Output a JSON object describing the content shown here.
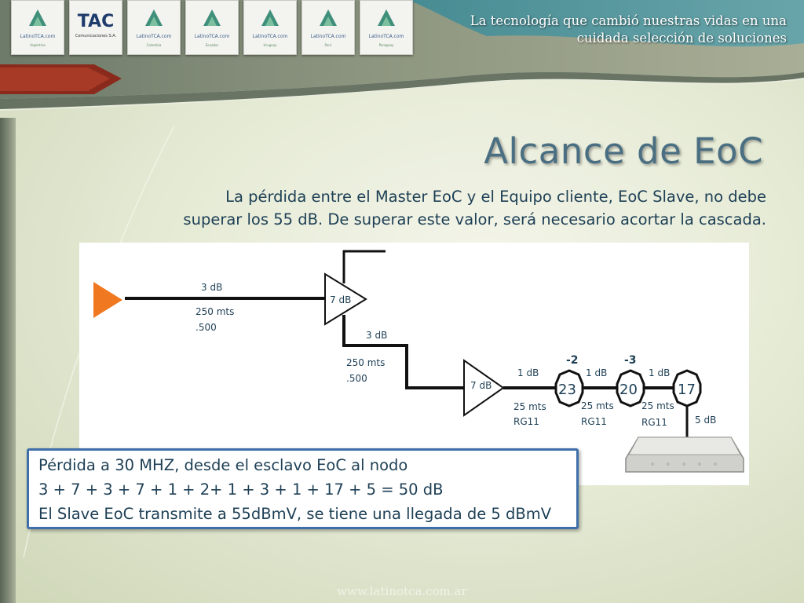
{
  "header": {
    "tagline_line1": "La tecnología que cambió nuestras vidas en una",
    "tagline_line2": "cuidada selección de soluciones",
    "logos": [
      {
        "name": "LatinoTCA.com",
        "sub": "Argentina"
      },
      {
        "name": "TAC",
        "sub": "Comunicaciones S.A."
      },
      {
        "name": "LatinoTCA.com",
        "sub": "Colombia"
      },
      {
        "name": "LatinoTCA.com",
        "sub": "Ecuador"
      },
      {
        "name": "LatinoTCA.com",
        "sub": "Uruguay"
      },
      {
        "name": "LatinoTCA.com",
        "sub": "Perú"
      },
      {
        "name": "LatinoTCA.com",
        "sub": "Paraguay"
      }
    ]
  },
  "slide": {
    "title": "Alcance de EoC",
    "intro_line1": "La pérdida entre el Master EoC y el Equipo cliente, EoC Slave, no debe",
    "intro_line2": "superar los 55 dB. De superar este valor, será necesario acortar la cascada."
  },
  "diagram": {
    "seg1_loss": "3 dB",
    "seg1_len1": "250 mts",
    "seg1_len2": ".500",
    "amp1_gain": "7 dB",
    "seg2_loss": "3 dB",
    "seg2_len1": "250 mts",
    "seg2_len2": ".500",
    "amp2_gain": "7 dB",
    "tap_links": [
      {
        "loss": "1 dB",
        "len": "25 mts",
        "cable": "RG11"
      },
      {
        "loss": "1 dB",
        "len": "25 mts",
        "cable": "RG11"
      },
      {
        "loss": "1 dB",
        "len": "25 mts",
        "cable": "RG11"
      }
    ],
    "taps": [
      "23",
      "20",
      "17"
    ],
    "tap_notes": [
      "-2",
      "-3"
    ],
    "drop_loss": "5 dB",
    "colors": {
      "source": "#f07820",
      "line": "#111111"
    }
  },
  "loss_box": {
    "line1": "Pérdida a 30 MHZ, desde el esclavo EoC al nodo",
    "line2": "3 + 7 + 3 + 7 + 1 + 2+ 1 + 3 + 1 + 17 + 5 = 50 dB",
    "line3": "El Slave EoC transmite a 55dBmV, se tiene una llegada de 5 dBmV"
  },
  "footer": {
    "url": "www.latinotca.com.ar"
  }
}
